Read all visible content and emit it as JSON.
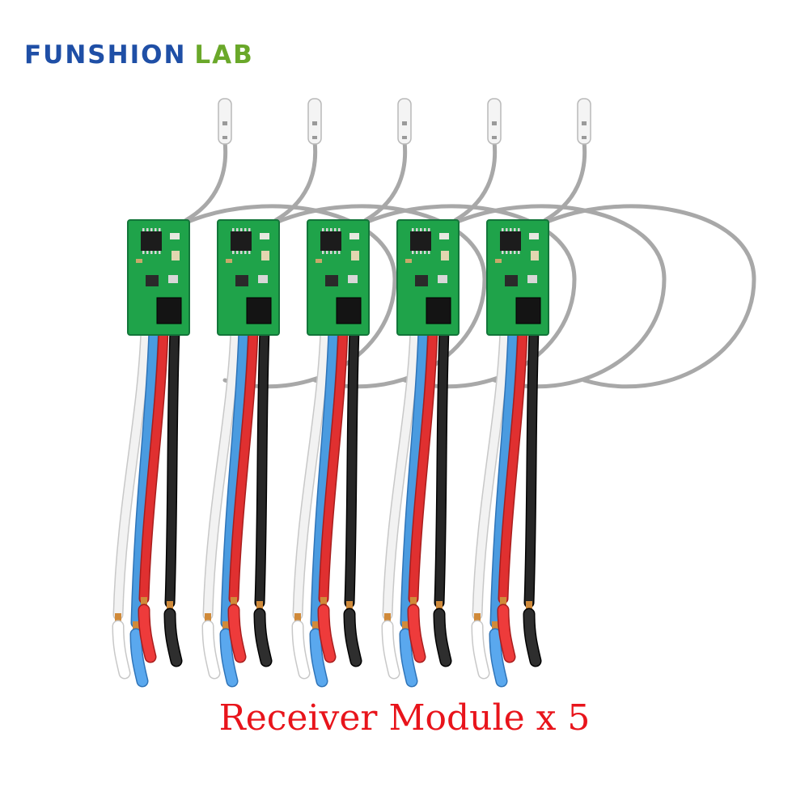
{
  "logo": {
    "brand": "FUNSHION",
    "lab": "LAB"
  },
  "caption": "Receiver Module x 5",
  "colors": {
    "brand_blue": "#1f4fa6",
    "brand_green": "#6aa82a",
    "caption_red": "#e8141b",
    "pcb_green": "#1fa34a",
    "antenna_gray": "#a8a8a8"
  },
  "product": {
    "module_count": 5,
    "wire_colors": [
      "white",
      "blue",
      "red",
      "black"
    ]
  }
}
